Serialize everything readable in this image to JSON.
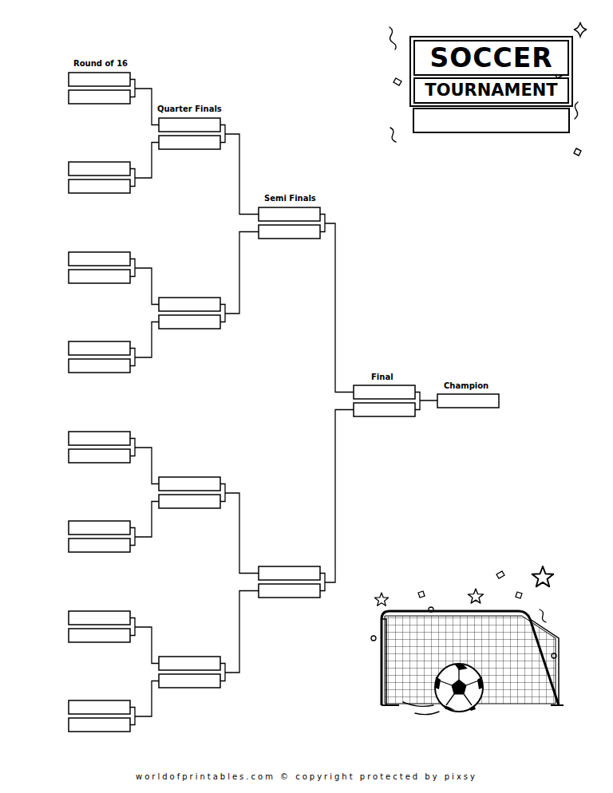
{
  "diagram": {
    "nodes": [
      {
        "text": [
          "SOCCER"
        ]
      },
      {
        "text": [
          "TOURNAMENT"
        ]
      }
    ],
    "labels": [
      "Round of 16",
      "Quarter Finals",
      "Semi Finals",
      "Final",
      "Champion",
      "worldofprintables.com © copyright protected by pixsy"
    ]
  }
}
